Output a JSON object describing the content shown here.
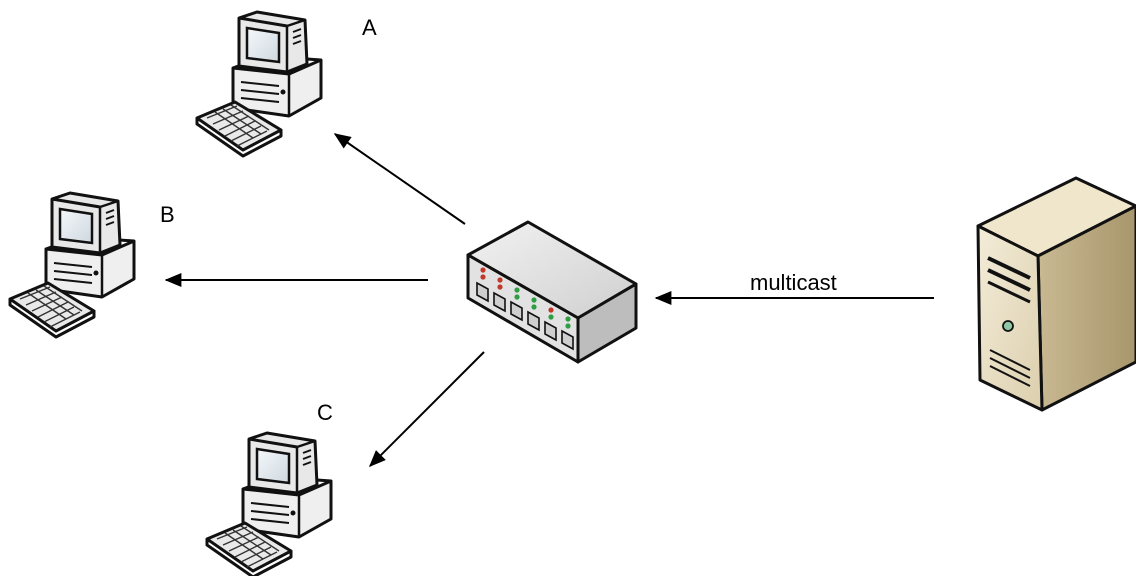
{
  "diagram": {
    "nodes": [
      {
        "id": "pc-a",
        "type": "workstation",
        "label": "A",
        "icon": "desktop-computer-icon"
      },
      {
        "id": "pc-b",
        "type": "workstation",
        "label": "B",
        "icon": "desktop-computer-icon"
      },
      {
        "id": "pc-c",
        "type": "workstation",
        "label": "C",
        "icon": "desktop-computer-icon"
      },
      {
        "id": "switch",
        "type": "network-switch",
        "label": "",
        "icon": "network-switch-icon"
      },
      {
        "id": "server",
        "type": "tower-server",
        "label": "",
        "icon": "tower-server-icon"
      }
    ],
    "edges": [
      {
        "from": "server",
        "to": "switch",
        "label": "multicast"
      },
      {
        "from": "switch",
        "to": "pc-a",
        "label": ""
      },
      {
        "from": "switch",
        "to": "pc-b",
        "label": ""
      },
      {
        "from": "switch",
        "to": "pc-c",
        "label": ""
      }
    ]
  }
}
